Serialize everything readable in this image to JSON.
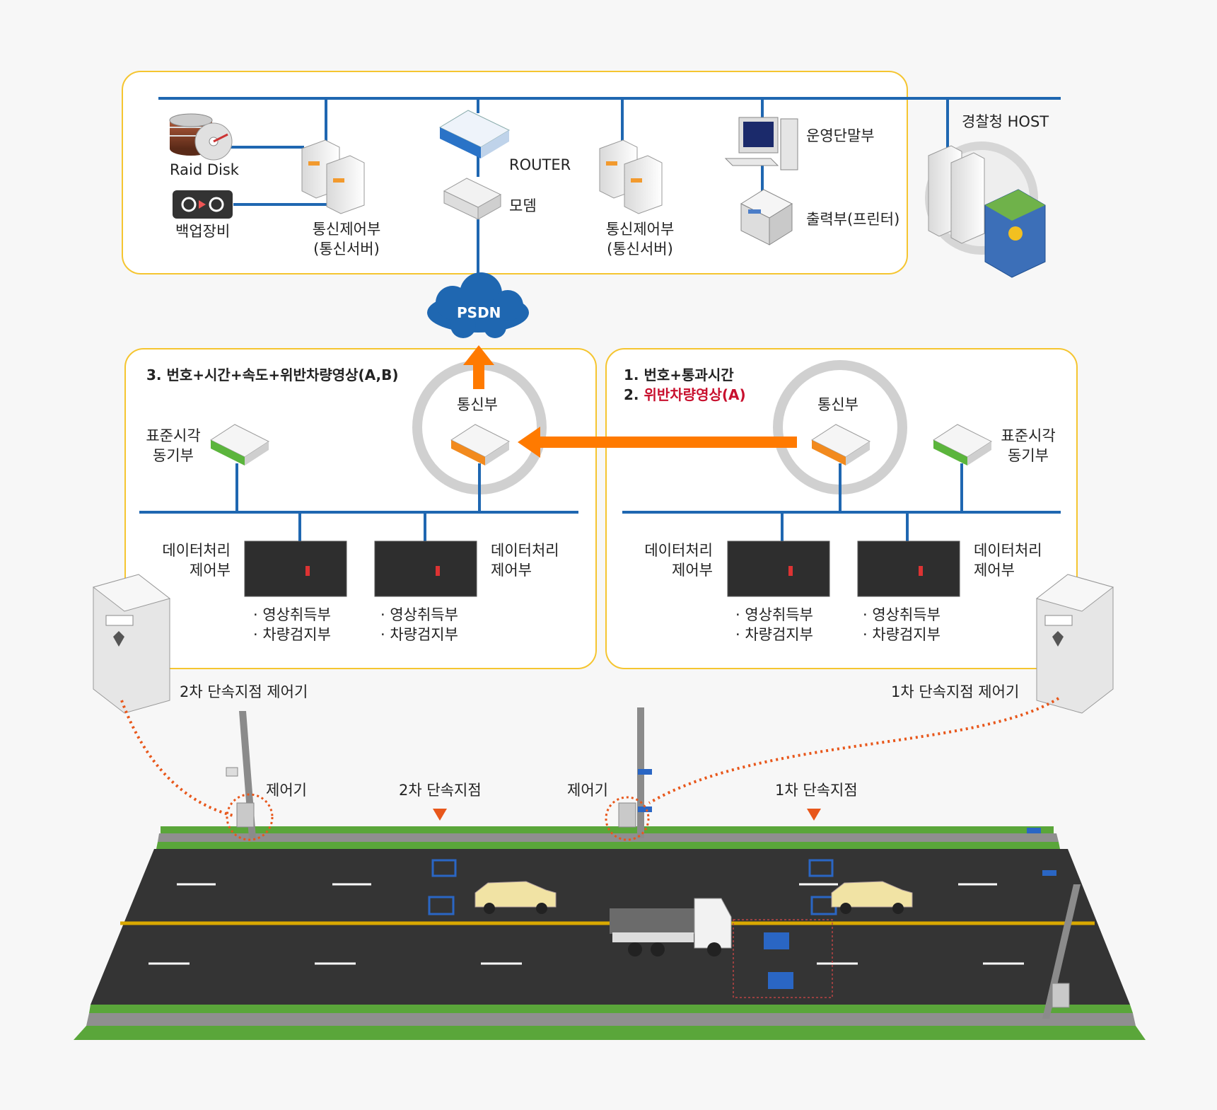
{
  "center": {
    "raid_disk": "Raid Disk",
    "backup": "백업장비",
    "comm_server_1": [
      "통신제어부",
      "(통신서버)"
    ],
    "router": "ROUTER",
    "modem": "모뎀",
    "comm_server_2": [
      "통신제어부",
      "(통신서버)"
    ],
    "terminal": "운영단말부",
    "printer": "출력부(프린터)",
    "police_host": "경찰청 HOST"
  },
  "network": {
    "psdn": "PSDN"
  },
  "site2": {
    "flow_label": "3. 번호+시간+속도+위반차량영상(A,B)",
    "comm_unit": "통신부",
    "time_sync": [
      "표준시각",
      "동기부"
    ],
    "dp_left": [
      "데이터처리",
      "제어부"
    ],
    "dp_right": [
      "데이터처리",
      "제어부"
    ],
    "sub_left": [
      "· 영상취득부",
      "· 차량검지부"
    ],
    "sub_right": [
      "· 영상취득부",
      "· 차량검지부"
    ],
    "controller": "2차 단속지점 제어기"
  },
  "site1": {
    "flow_1": "1. 번호+통과시간",
    "flow_2_num": "2.",
    "flow_2_text": "위반차량영상(A)",
    "comm_unit": "통신부",
    "time_sync": [
      "표준시각",
      "동기부"
    ],
    "dp_left": [
      "데이터처리",
      "제어부"
    ],
    "dp_right": [
      "데이터처리",
      "제어부"
    ],
    "sub_left": [
      "· 영상취득부",
      "· 차량검지부"
    ],
    "sub_right": [
      "· 영상취득부",
      "· 차량검지부"
    ],
    "controller": "1차 단속지점 제어기"
  },
  "road": {
    "controller_left": "제어기",
    "point2": "2차 단속지점",
    "controller_mid": "제어기",
    "point1": "1차 단속지점"
  },
  "colors": {
    "line_blue": "#1f67b1",
    "box_border": "#f5c530",
    "arrow_orange": "#ff7a00",
    "dotted_orange": "#e8571b",
    "highlight_red": "#c8102e"
  }
}
